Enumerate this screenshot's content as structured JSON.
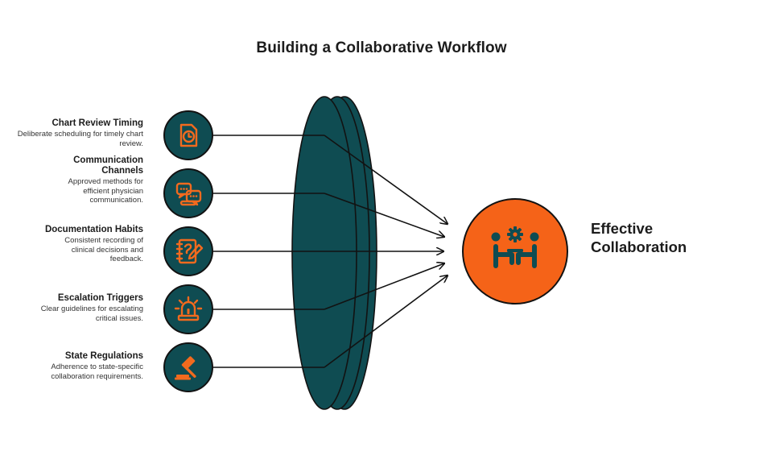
{
  "title": "Building a Collaborative Workflow",
  "colors": {
    "lens_fill": "#0f4c52",
    "lens_stroke": "#121212",
    "icon_circle": "#0f4c52",
    "icon_glyph": "#f26a1e",
    "outcome_fill": "#f56318",
    "outcome_glyph": "#0f4c52",
    "line": "#121212"
  },
  "items": [
    {
      "heading": "Chart Review Timing",
      "description": "Deliberate scheduling for timely chart review.",
      "icon": "clock-document-icon"
    },
    {
      "heading": "Communication Channels",
      "description": "Approved methods for efficient physician communication.",
      "icon": "chat-bubbles-icon"
    },
    {
      "heading": "Documentation Habits",
      "description": "Consistent recording of clinical decisions and feedback.",
      "icon": "notebook-pen-icon"
    },
    {
      "heading": "Escalation Triggers",
      "description": "Clear guidelines for escalating critical issues.",
      "icon": "alarm-siren-icon"
    },
    {
      "heading": "State Regulations",
      "description": "Adherence to state-specific collaboration requirements.",
      "icon": "gavel-icon"
    }
  ],
  "outcome": {
    "label": "Effective Collaboration",
    "icon": "team-collaboration-icon"
  }
}
